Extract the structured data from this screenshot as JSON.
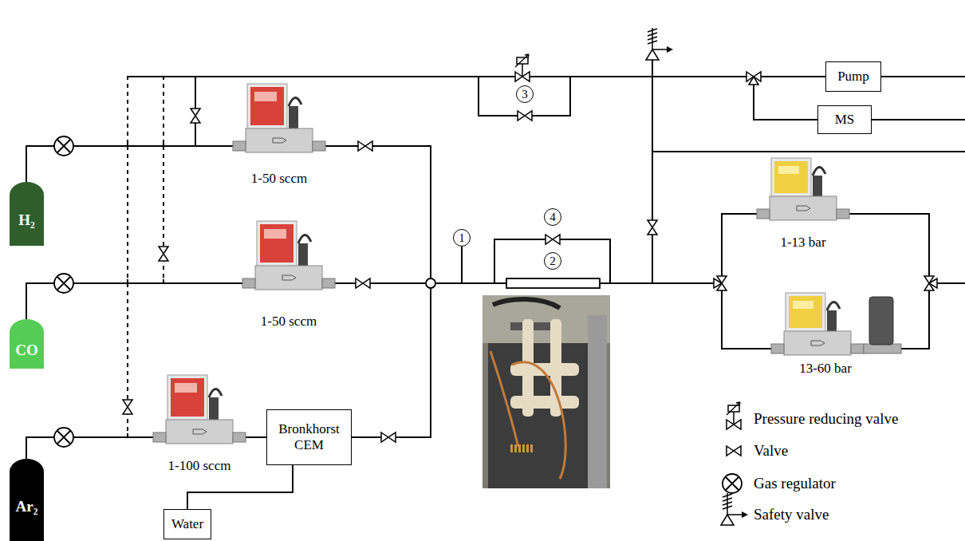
{
  "diagram": {
    "nodes": [
      {
        "text": [
          "H₂"
        ]
      },
      {
        "text": [
          "CO"
        ]
      },
      {
        "text": [
          "Ar₂"
        ]
      },
      {
        "text": [
          "Bronkhorst CEM"
        ]
      },
      {
        "text": [
          "Water"
        ]
      },
      {
        "text": [
          "Pump"
        ]
      },
      {
        "text": [
          "MS"
        ]
      }
    ],
    "edges": [
      {
        "from": 0,
        "to": 5,
        "arrow": "none"
      },
      {
        "from": 0,
        "to": 6,
        "arrow": "none"
      },
      {
        "from": 1,
        "to": 5,
        "arrow": "none"
      },
      {
        "from": 1,
        "to": 6,
        "arrow": "none"
      },
      {
        "from": 2,
        "to": 5,
        "arrow": "none"
      },
      {
        "from": 2,
        "to": 6,
        "arrow": "none"
      },
      {
        "from": 2,
        "to": 3,
        "arrow": "none"
      },
      {
        "from": 4,
        "to": 3,
        "arrow": "none"
      }
    ],
    "labels": [
      "1-50 sccm",
      "1-50 sccm",
      "1-100 sccm",
      "1",
      "2",
      "3",
      "4",
      "1-13 bar",
      "13-60 bar"
    ],
    "legend": [
      {
        "text": "Pressure reducing valve"
      },
      {
        "text": "Valve"
      },
      {
        "text": "Gas regulator"
      },
      {
        "text": "Safety valve"
      }
    ]
  }
}
